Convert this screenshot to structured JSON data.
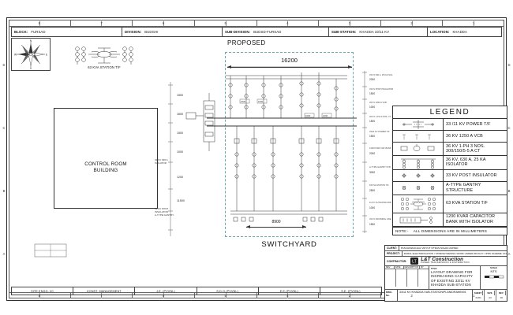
{
  "sheet": {
    "title": "33/11 KV Khadda Sub-Station Layout Drawing",
    "bg_color": "#ffffff",
    "line_color": "#2b2b2b",
    "zone_dash_color": "#69a9b5"
  },
  "ruler": {
    "top_refs": [
      "8",
      "7",
      "6",
      "5",
      "4",
      "3",
      "2",
      "1"
    ],
    "bottom_refs": [
      "8",
      "7",
      "6",
      "5",
      "4",
      "3",
      "2",
      "1"
    ],
    "side_refs": [
      "D",
      "C",
      "B",
      "A"
    ]
  },
  "header": {
    "fields": [
      {
        "key": "BLOCK:",
        "value": "FURSAD"
      },
      {
        "key": "DIVISION:",
        "value": "BUDGHI"
      },
      {
        "key": "SUB-DIVISION:",
        "value": "BUDSD-FURSAD"
      },
      {
        "key": "SUB-STATION:",
        "value": "KHADDA 33/11 KV"
      },
      {
        "key": "LOCATION:",
        "value": "KHADDA"
      }
    ]
  },
  "plan": {
    "compass_label": "N",
    "station_tf_label": "63 KVA STATION T/F",
    "control_room_label": "CONTROL ROOM\nBUILDING",
    "control_room_line1": "CONTROL ROOM",
    "control_room_line2": "BUILDING",
    "proposed_label": "PROPOSED",
    "switchyard_label": "SWITCHYARD",
    "dim_overall": "16200",
    "dim_inner": "8900",
    "left_dim_chain": [
      "1500",
      "1600",
      "1500",
      "1000",
      "1200",
      "11500"
    ],
    "left_annotations": [
      "33 KV 630 A",
      "ISOLATOR",
      "33 KV POST",
      "INSULATOR",
      "A-TYPE",
      "GANTRY"
    ],
    "right_dim_chain": [
      "2000",
      "1500",
      "1000",
      "1500",
      "1500",
      "2000",
      "3000",
      "2500",
      "1000",
      "1500"
    ],
    "right_annotations": [
      "33 KV 630 A, 25 KA ISOLATOR",
      "33 KV POST INSULATOR",
      "36 KV 1250 A VCB",
      "36 KV 1-PH 3 NOS. CT",
      "33/11 KV POWER T/F",
      "1200 KVAR CAPACITOR BANK",
      "A-TYPE GANTRY STRUCTURE",
      "63 KVA STATION T/F",
      "11 KV OUTGOING FEEDER",
      "33 KV INCOMING LINE"
    ],
    "internal_dims": [
      "1500",
      "1500",
      "1000",
      "1200",
      "1000",
      "1500"
    ]
  },
  "legend": {
    "title": "LEGEND",
    "rows": [
      {
        "symbol": "power-transformer-symbol",
        "text": "33 /11 KV POWER T/F"
      },
      {
        "symbol": "vcb-symbol",
        "text": "36 KV 1250 A VCB"
      },
      {
        "symbol": "current-transformer-symbol",
        "text": "36 KV 1-PH 3 NOS. 300/150/5-5 A CT"
      },
      {
        "symbol": "isolator-symbol",
        "text": "36 KV, 630 A, 25 KA ISOLATOR"
      },
      {
        "symbol": "post-insulator-symbol",
        "text": "33 KV POST INSULATOR"
      },
      {
        "symbol": "gantry-structure-symbol",
        "text": "A-TYPE GANTRY STRUCTURE"
      },
      {
        "symbol": "station-transformer-symbol",
        "text": "63 KVA STATION T/F"
      },
      {
        "symbol": "capacitor-bank-symbol",
        "text": "1200 KVAR CAPACITOR BANK WITH ISOLATOR"
      }
    ],
    "note_label": "NOTE:-",
    "note_text": "ALL DIMENSIONS ARE IN MILLIMETERS"
  },
  "titleblock": {
    "client_label": "CLIENT:",
    "client_value": "PASCHIMANCHAL VIDYUT VITRAN NIGAM LIMITED",
    "project_label": "PROJECT:",
    "project_value": "RURAL ELECTRIFICATION / STRENGTHENING WORK UNDER DDUGJY / IPDS\nSCHEME, M.P./ U.P. - REGION PASCHIM (NORTH)",
    "contractor_label": "CONTRACTOR:",
    "logo_name": "L&T Construction",
    "logo_sub": "POWER TRANSMISSION & DISTRIBUTION",
    "rev_headers": [
      "REV",
      "DATE",
      "DESCRIPTION",
      "BY"
    ],
    "title_label": "TITLE:",
    "title_text": "LAYOUT DRAWING FOR INCREASING CAPACITY OF EXISTING 33/11 KV KHADDA SUB-STATION",
    "scale_label": "SCALE",
    "scale_value": "NTS",
    "size_label": "SIZE",
    "size_value": "A3",
    "dwg_label": "DWG. No.",
    "dwg_value": "33/11 KV KHADDA SUB-STATION/PLAN/DRAWN/01",
    "sheet_label": "SHEET",
    "sheet_value": "01/01",
    "rev_label": "REV",
    "rev_value": "00"
  },
  "signature_strip": {
    "cells": [
      "SITE ENGG. I/C",
      "CONST. MANAGEMENT",
      "J.E. (PVVNL)",
      "S.D.O.(PVVNL)",
      "E.E.(PVVNL)",
      "S.E. (PVVNL)"
    ]
  }
}
